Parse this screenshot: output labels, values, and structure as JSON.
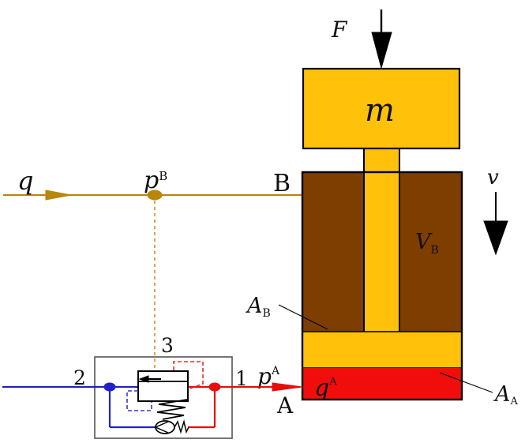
{
  "labels": {
    "q": "q",
    "p_b": {
      "base": "p",
      "sup": "B"
    },
    "port_b": "B",
    "force": "F",
    "mass": "m",
    "velocity": "v",
    "v_b": {
      "base": "V",
      "sub": "B"
    },
    "a_b": {
      "base": "A",
      "sub": "B"
    },
    "p_a": {
      "base": "p",
      "sup": "A"
    },
    "port_a": "A",
    "q_a": {
      "base": "q",
      "sup": "A"
    },
    "a_a": {
      "base": "A",
      "sub": "A"
    },
    "valve_port_1": "1",
    "valve_port_2": "2",
    "valve_port_3": "3"
  },
  "colors": {
    "supply_line": "#B8860B",
    "actuator_orange": "#FFC10A",
    "chamber_brown": "#7E3D01",
    "chamber_red": "#F20D0D",
    "line_red": "#E80D0D",
    "line_blue": "#2222C8",
    "pilot_red": "#E03030",
    "pilot_blue": "#3535CD",
    "outline": "#000000",
    "valve_box": "#555555"
  }
}
